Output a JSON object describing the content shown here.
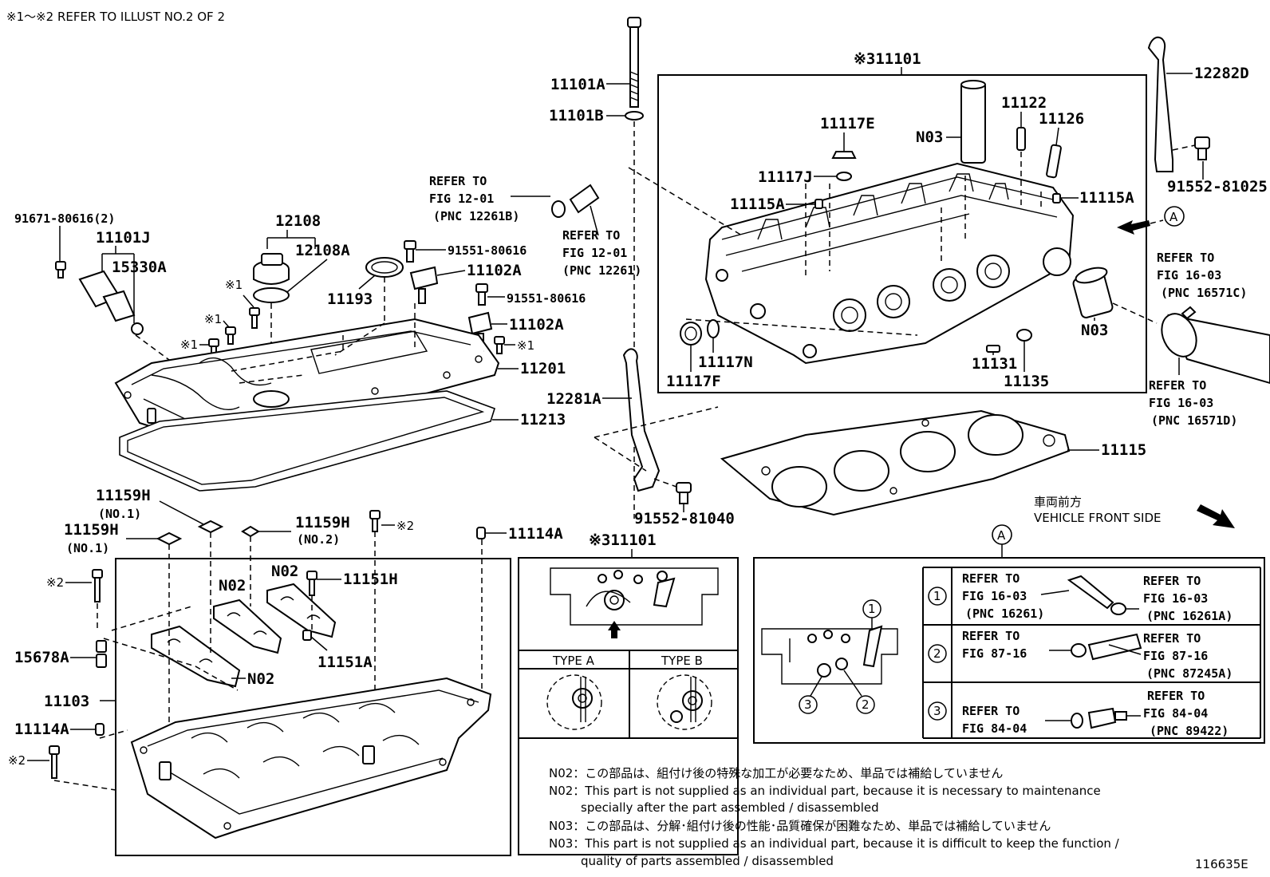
{
  "header_note": "※1～※2  REFER TO ILLUST NO.2 OF 2",
  "diagram_id": "116635E",
  "vehicle_front": {
    "jp": "車両前方",
    "en": "VEHICLE FRONT SIDE"
  },
  "labels": {
    "p11101_top": "※311101",
    "p11101A": "11101A",
    "p11101B": "11101B",
    "p12282D": "12282D",
    "p11117E": "11117E",
    "p11122": "11122",
    "p11126": "11126",
    "pN03_a": "N03",
    "p11117J": "11117J",
    "p11115A_l": "11115A",
    "p11115A_r": "11115A",
    "p91552_81025": "91552-81025",
    "circleA_main": "A",
    "refer_12_01b": "REFER TO",
    "refer_12_01b_fig": "FIG 12-01",
    "refer_12_01b_pnc": "(PNC 12261B)",
    "refer_12_01": "REFER TO",
    "refer_12_01_fig": "FIG 12-01",
    "refer_12_01_pnc": "(PNC 12261)",
    "p91671": "91671-80616(2)",
    "p11101J": "11101J",
    "p15330A": "15330A",
    "p12108": "12108",
    "p12108A": "12108A",
    "p91551_a": "91551-80616",
    "p11102A_a": "11102A",
    "p11193": "11193",
    "p91551_b": "91551-80616",
    "p11102A_b": "11102A",
    "ref1_a": "※1",
    "ref1_b": "※1",
    "ref1_c": "※1",
    "ref1_d": "※1",
    "p11201": "11201",
    "p11213": "11213",
    "refer_16_03c": "REFER TO",
    "refer_16_03c_fig": "FIG 16-03",
    "refer_16_03c_pnc": "(PNC 16571C)",
    "pN03_b": "N03",
    "p11117N": "11117N",
    "p11117F": "11117F",
    "p11131": "11131",
    "p11135": "11135",
    "refer_16_03d": "REFER TO",
    "refer_16_03d_fig": "FIG 16-03",
    "refer_16_03d_pnc": "(PNC 16571D)",
    "p12281A": "12281A",
    "p11115": "11115",
    "p91552_81040": "91552-81040",
    "p11159H_a": "11159H",
    "p11159H_a_sub": "(NO.1)",
    "p11159H_b": "11159H",
    "p11159H_b_sub": "(NO.1)",
    "p11159H_c": "11159H",
    "p11159H_c_sub": "(NO.2)",
    "ref2_a": "※2",
    "p11114A_a": "11114A",
    "ref2_b": "※2",
    "pN02_a": "N02",
    "pN02_b": "N02",
    "p11151H": "11151H",
    "p15678A": "15678A",
    "pN02_c": "N02",
    "p11151A": "11151A",
    "p11103": "11103",
    "p11114A_b": "11114A",
    "ref2_c": "※2"
  },
  "type_box": {
    "title": "※311101",
    "type_a": "TYPE A",
    "type_b": "TYPE B"
  },
  "detail_A": {
    "circle": "A",
    "callouts": [
      "1",
      "2",
      "3"
    ],
    "rows": [
      {
        "num": "1",
        "left_ref": "REFER TO",
        "left_fig": "FIG 16-03",
        "left_pnc": "(PNC 16261)",
        "right_ref": "REFER TO",
        "right_fig": "FIG 16-03",
        "right_pnc": "(PNC 16261A)"
      },
      {
        "num": "2",
        "left_ref": "REFER TO",
        "left_fig": "FIG 87-16",
        "left_pnc": "",
        "right_ref": "REFER TO",
        "right_fig": "FIG 87-16",
        "right_pnc": "(PNC 87245A)"
      },
      {
        "num": "3",
        "left_ref": "REFER TO",
        "left_fig": "FIG 84-04",
        "left_pnc": "",
        "right_ref": "REFER TO",
        "right_fig": "FIG 84-04",
        "right_pnc": "(PNC 89422)"
      }
    ]
  },
  "notes": [
    "N02：この部品は、組付け後の特殊な加工が必要なため、単品では補給していません",
    "N02：This part is not supplied as an individual part, because it is necessary to maintenance",
    "specially after the part assembled / disassembled",
    "N03：この部品は、分解･組付け後の性能･品質確保が困難なため、単品では補給していません",
    "N03：This part is not supplied as an individual part, because it is difficult to keep the function /",
    "quality of parts  assembled / disassembled"
  ]
}
